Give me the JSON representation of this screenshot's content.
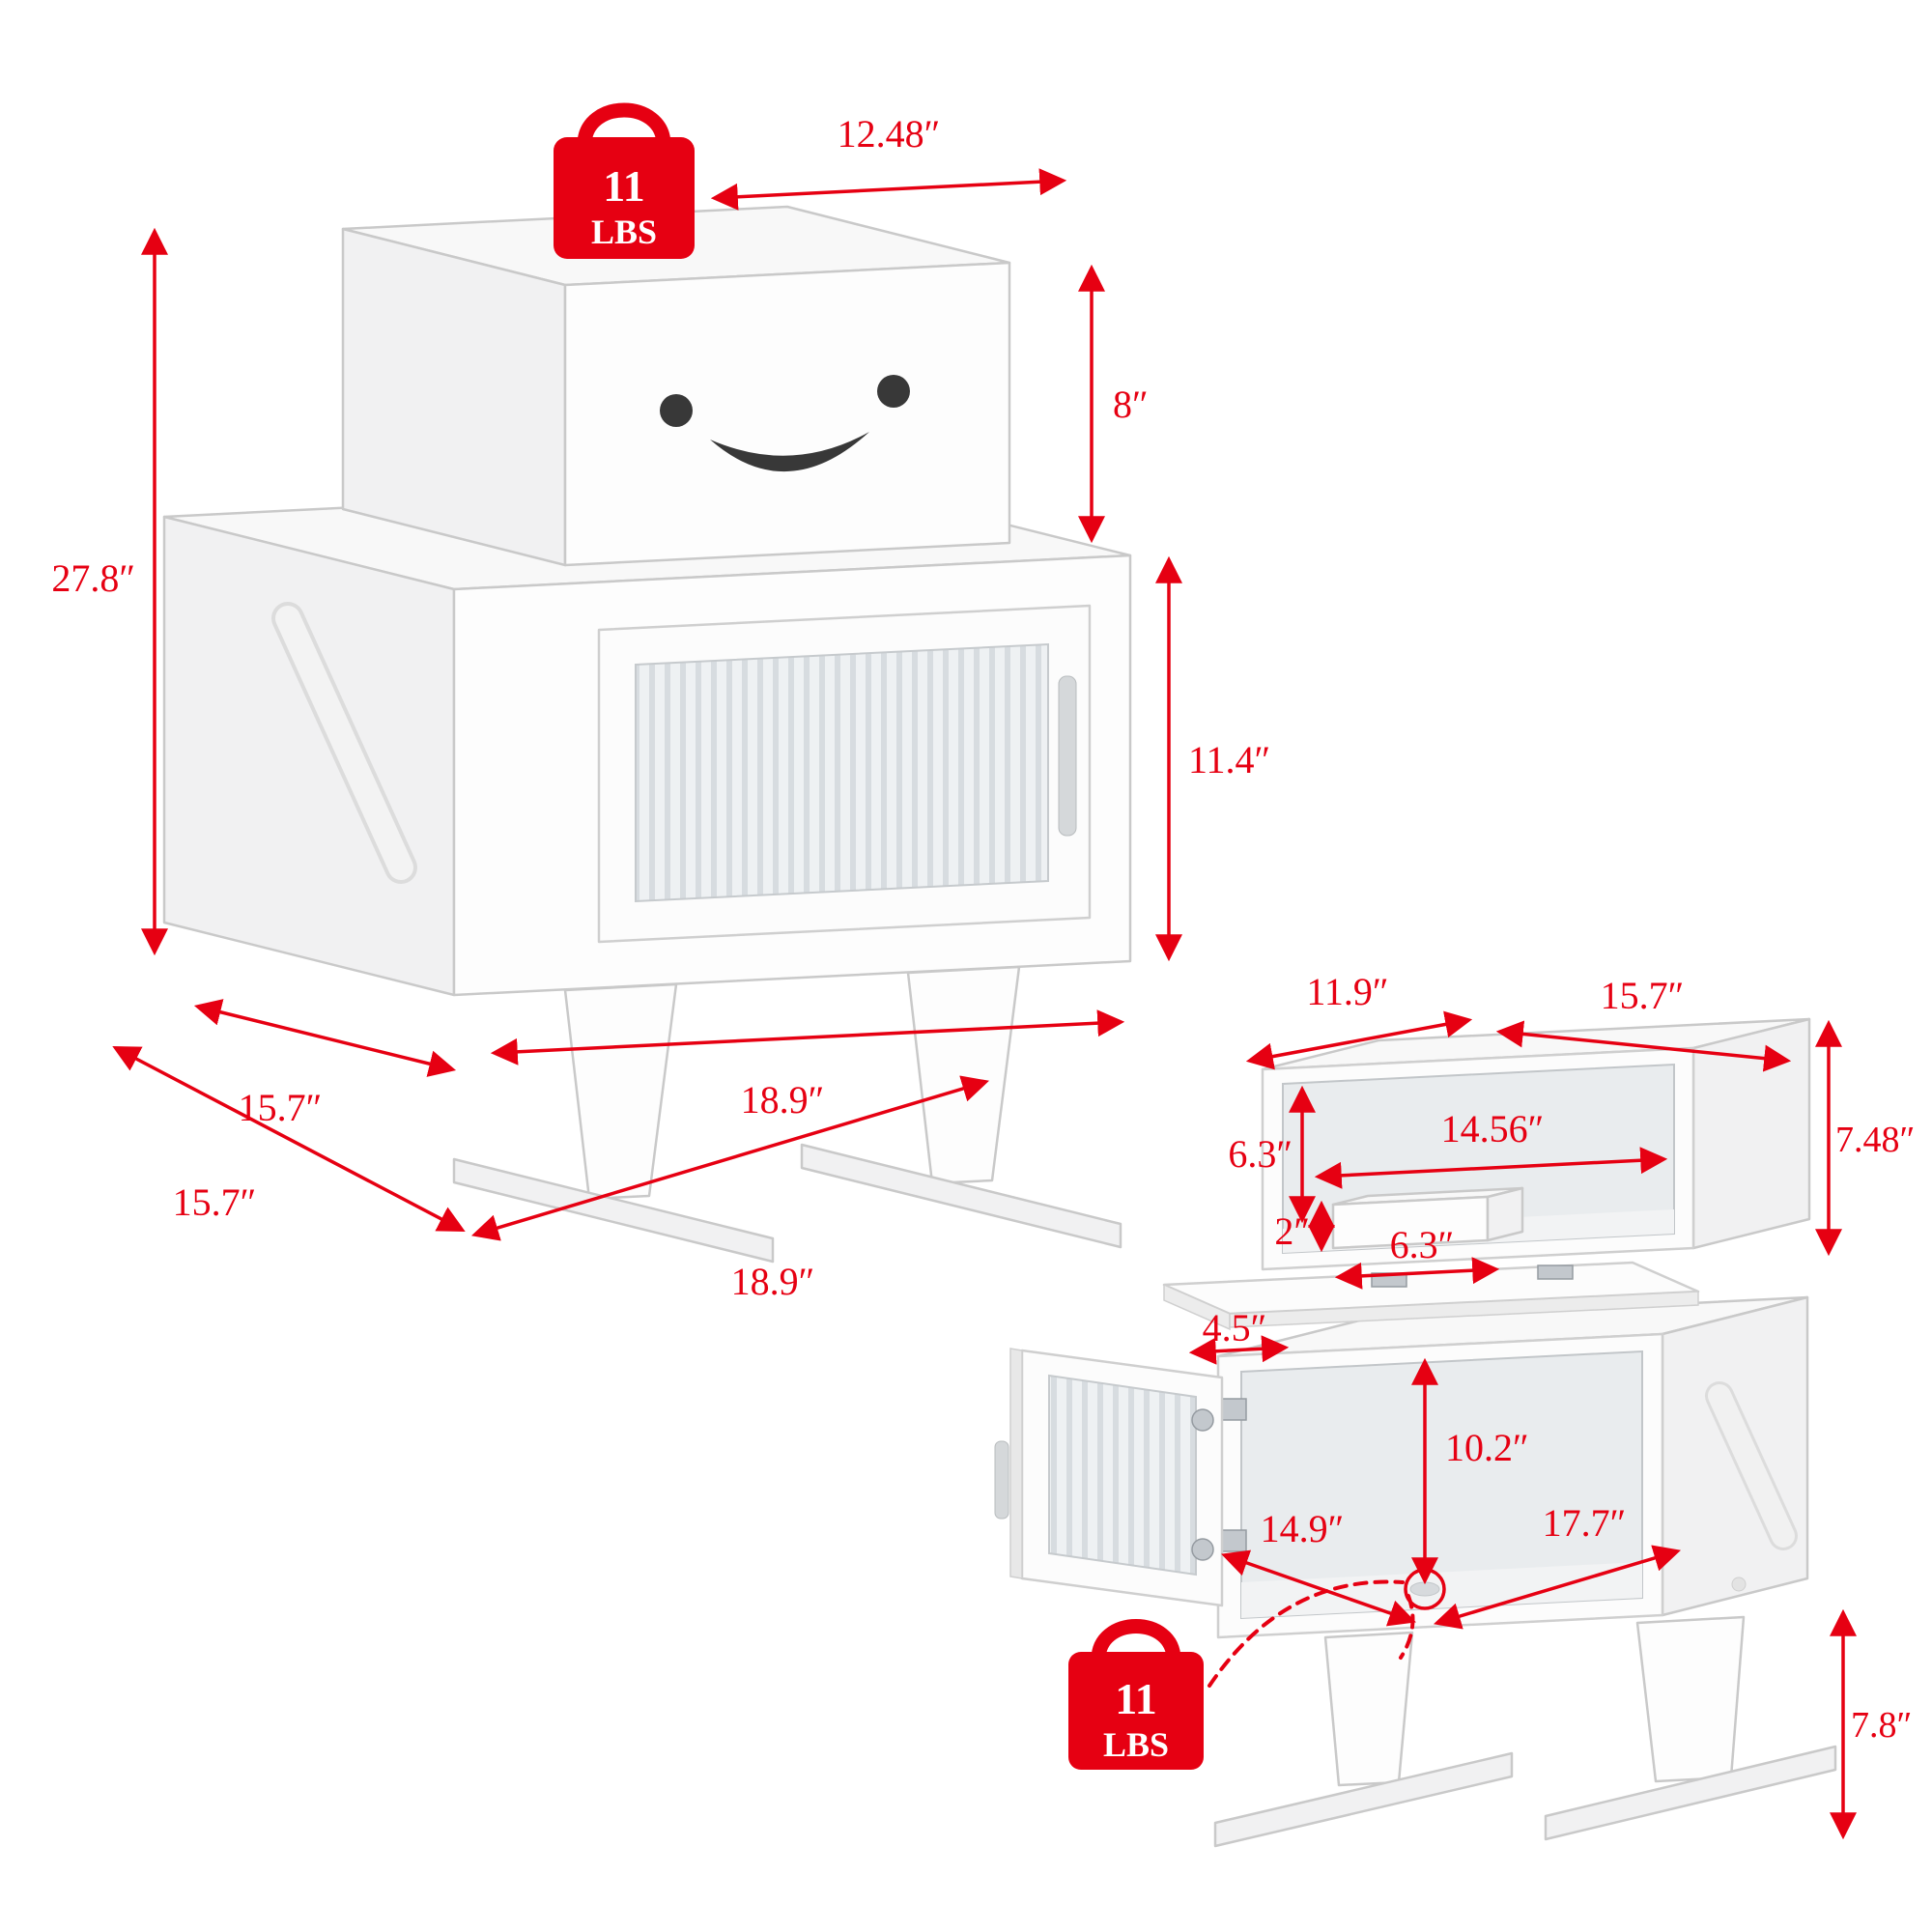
{
  "diagram": {
    "title": "Robot nightstand dimension diagram",
    "annotation_color": "#e60012",
    "views": {
      "closed": {
        "weight_badge": {
          "value": "11",
          "unit": "LBS"
        },
        "dims": {
          "top_width": "12.48″",
          "head_height": "8″",
          "overall_height": "27.8″",
          "body_height": "11.4″",
          "body_depth": "15.7″",
          "body_width": "18.9″",
          "floor_depth": "15.7″",
          "floor_width": "18.9″"
        }
      },
      "open": {
        "weight_badge": {
          "value": "11",
          "unit": "LBS"
        },
        "dims": {
          "top_depth": "11.9″",
          "top_width": "15.7″",
          "head_inner_height": "6.3″",
          "head_inner_width": "14.56″",
          "riser_height": "2″",
          "riser_width": "6.3″",
          "flap_depth": "4.5″",
          "head_height": "7.48″",
          "body_inner_height": "10.2″",
          "body_inner_width": "14.9″",
          "body_inner_depth": "17.7″",
          "leg_height": "7.8″"
        }
      }
    }
  }
}
